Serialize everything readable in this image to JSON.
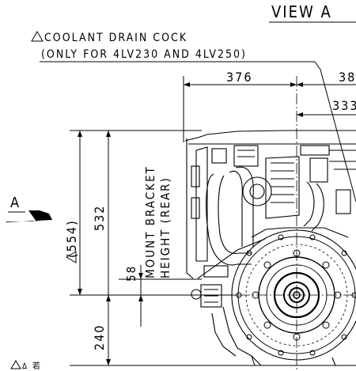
{
  "view_title": "VIEW A",
  "note": {
    "line1": "COOLANT DRAIN COCK",
    "line2": "(ONLY FOR 4LV230 AND 4LV250)"
  },
  "view_marker": "A",
  "dimensions": {
    "width_376": "376",
    "width_38x": "38",
    "width_333": "333",
    "height_554": "(554)",
    "height_532": "532",
    "bracket_58": "58",
    "bottom_240": "240"
  },
  "bracket_label": {
    "line1": "MOUNT BRACKET",
    "line2": "HEIGHT (REAR)"
  },
  "footnote_mark": "∆ 若"
}
